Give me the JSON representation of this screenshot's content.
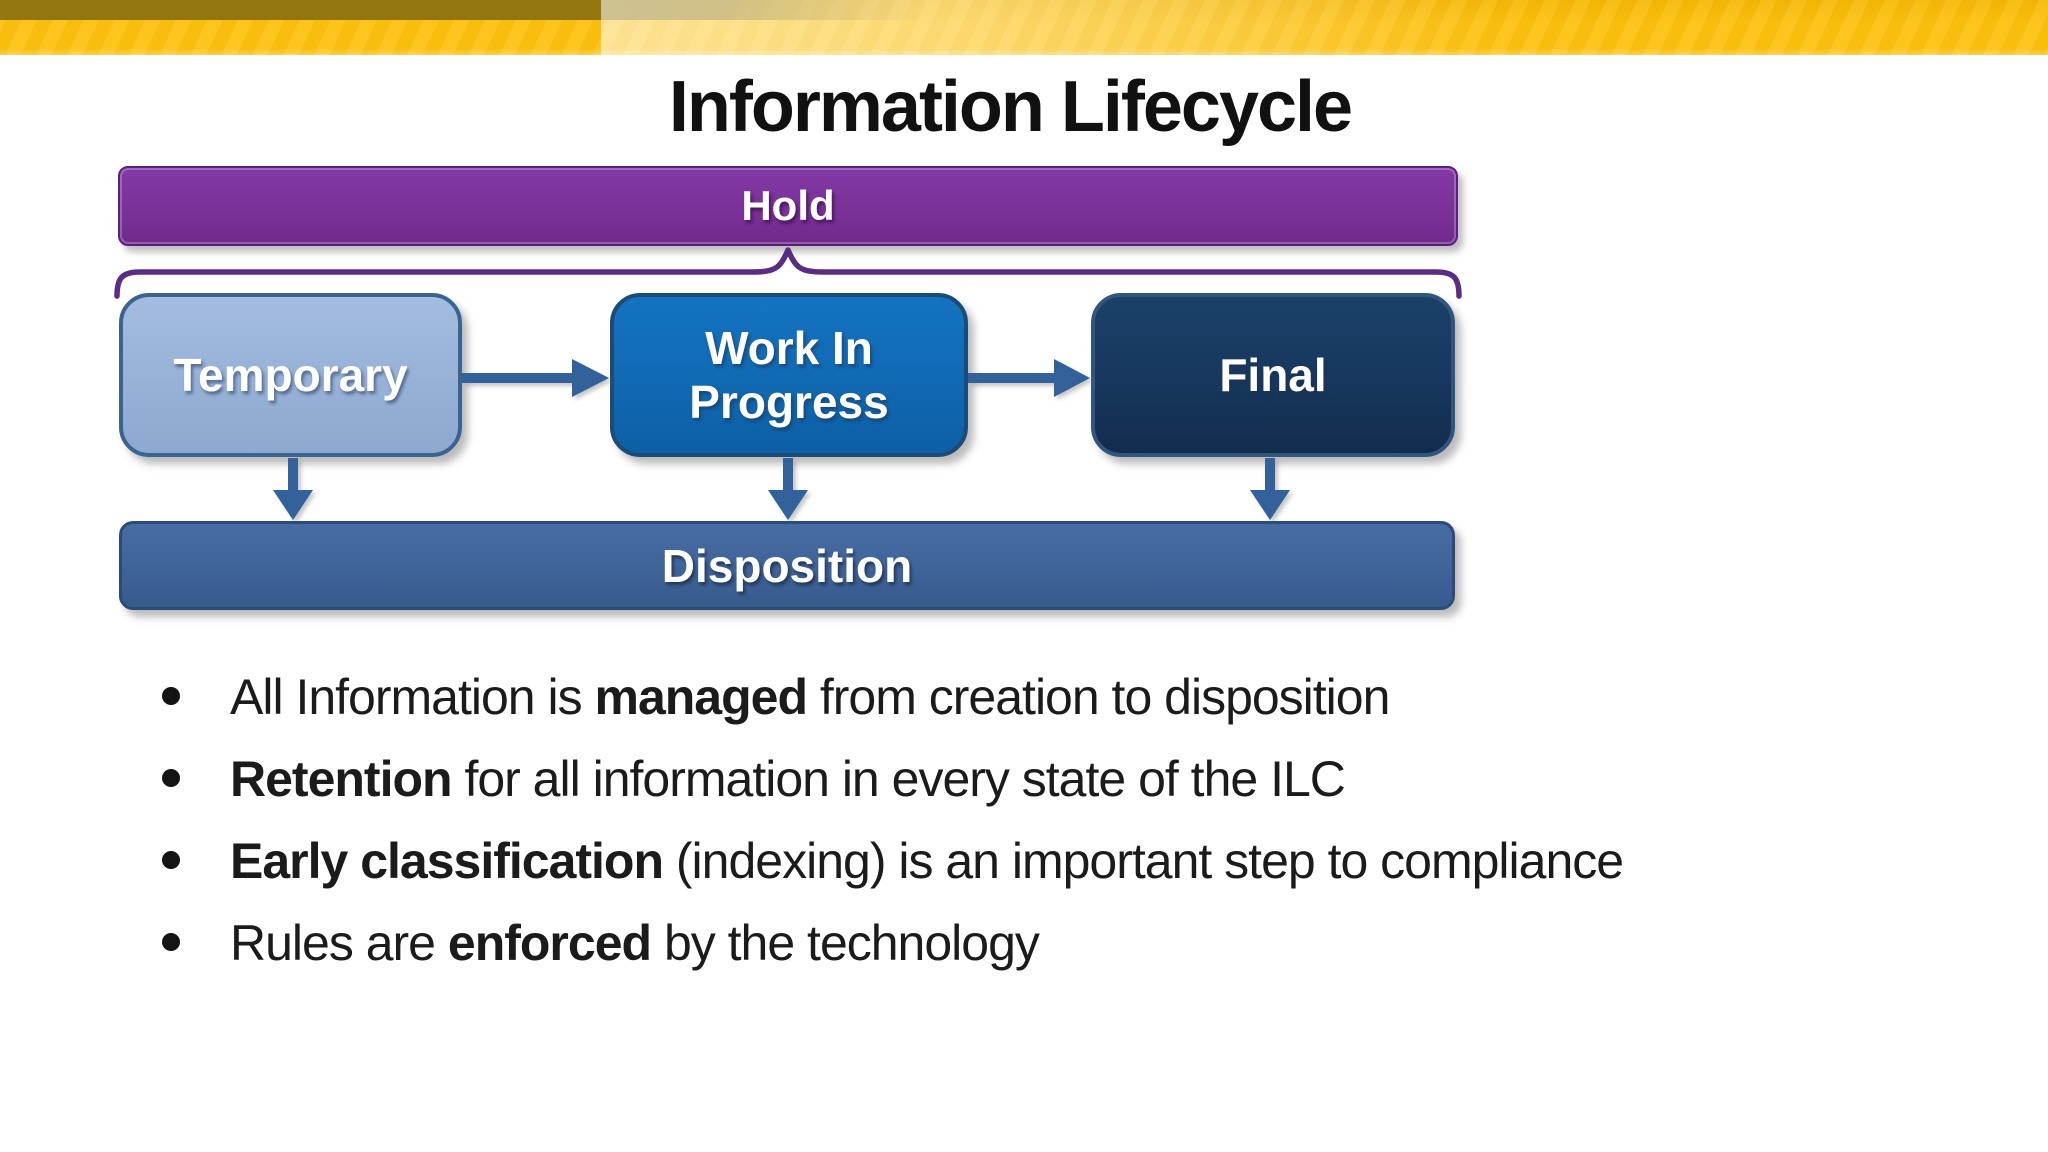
{
  "slide": {
    "title": "Information Lifecycle",
    "background_color": "#ffffff"
  },
  "banner": {
    "gold_color": "#FDC10D",
    "dark_olive_color": "#93770E",
    "light_overlay_color": "#FFE49A"
  },
  "diagram": {
    "hold": {
      "label": "Hold",
      "fill": "#7A3198",
      "border": "#5A2080"
    },
    "brace_color": "#5B2C83",
    "arrow_color": "#336199",
    "stages": [
      {
        "label": "Temporary",
        "fill": "#97B1D7",
        "border": "#3A648F",
        "text_color": "#FFFFFF"
      },
      {
        "label": "Work In Progress",
        "fill": "#1169B3",
        "border": "#1C4B77",
        "text_color": "#FFFFFF"
      },
      {
        "label": "Final",
        "fill": "#17375E",
        "border": "#31567D",
        "text_color": "#FFFFFF"
      }
    ],
    "disposition": {
      "label": "Disposition",
      "fill": "#3F6499",
      "border": "#2C4C77",
      "text_color": "#FFFFFF"
    },
    "flow_order": [
      "Temporary",
      "Work In Progress",
      "Final"
    ],
    "each_stage_flows_to": "Disposition"
  },
  "bullets": [
    {
      "segments": [
        {
          "text": "All Information is ",
          "bold": false
        },
        {
          "text": "managed",
          "bold": true
        },
        {
          "text": " from creation to disposition",
          "bold": false
        }
      ]
    },
    {
      "segments": [
        {
          "text": "Retention",
          "bold": true
        },
        {
          "text": " for all information in every state of the ILC",
          "bold": false
        }
      ]
    },
    {
      "segments": [
        {
          "text": "Early classification",
          "bold": true
        },
        {
          "text": " (indexing) is an important step to compliance",
          "bold": false
        }
      ]
    },
    {
      "segments": [
        {
          "text": "Rules are ",
          "bold": false
        },
        {
          "text": "enforced",
          "bold": true
        },
        {
          "text": " by the technology",
          "bold": false
        }
      ]
    }
  ]
}
